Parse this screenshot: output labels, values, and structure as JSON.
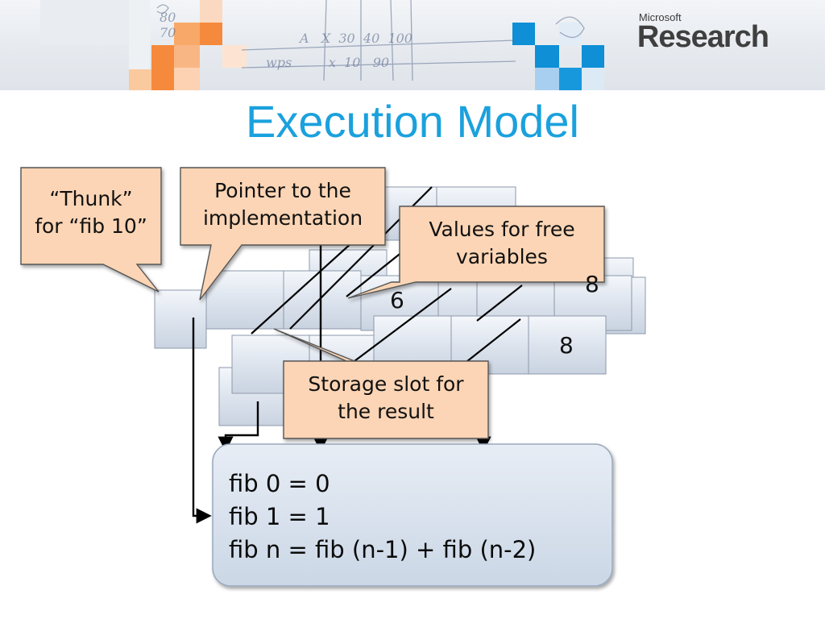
{
  "slide": {
    "title": "Execution Model",
    "logo": {
      "brand_small": "Microsoft",
      "brand_big": "Research"
    }
  },
  "callouts": {
    "thunk": {
      "line1": "“Thunk”",
      "line2": "for “fib 10”"
    },
    "pointer": {
      "line1": "Pointer to the",
      "line2": "implementation"
    },
    "free_vars": {
      "line1": "Values for free",
      "line2": "variables"
    },
    "storage": {
      "line1": "Storage slot for",
      "line2": "the result"
    }
  },
  "cells": {
    "six": "6",
    "eight_front": "8",
    "eight_back": "8"
  },
  "code": {
    "lines": [
      "fib 0 = 0",
      "fib 1 = 1",
      "fib n = fib (n-1) + fib (n-2)"
    ]
  },
  "colors": {
    "title": "#1ba1dd",
    "callout_fill": "#fbd5b5",
    "cell_fill": "#dfe6f0",
    "code_box_fill": "#d5dfeb",
    "orange_tile": "#f58a3c",
    "blue_tile": "#0e8fd6"
  }
}
